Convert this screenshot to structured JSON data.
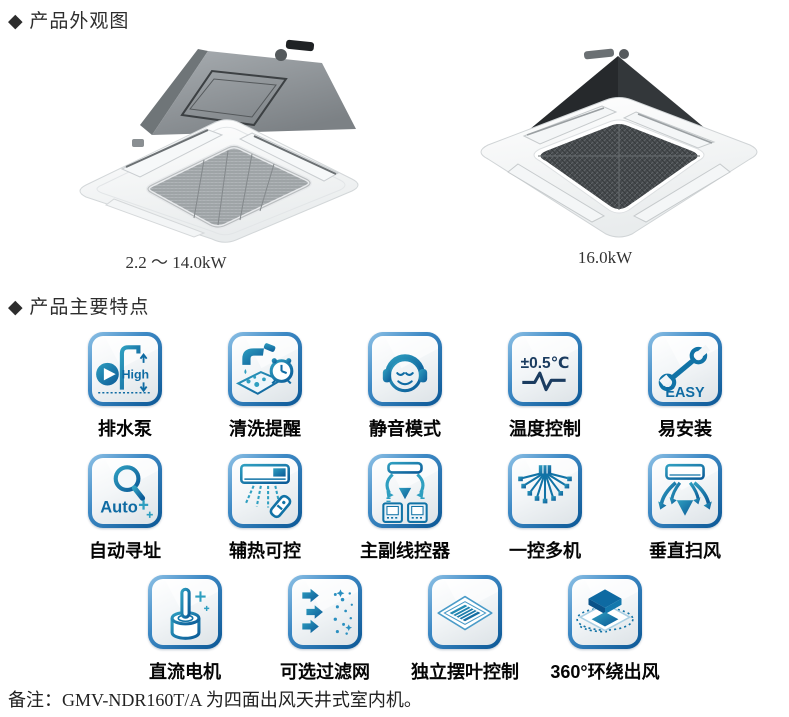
{
  "appearance": {
    "heading": "◆ 产品外观图",
    "products": [
      {
        "caption": "2.2 ～ 14.0kW"
      },
      {
        "caption": "16.0kW"
      }
    ]
  },
  "features": {
    "heading": "◆ 产品主要特点",
    "items": [
      {
        "label": "排水泵",
        "icon": "drain-pump-icon",
        "text": "High"
      },
      {
        "label": "清洗提醒",
        "icon": "cleaning-reminder-icon"
      },
      {
        "label": "静音模式",
        "icon": "quiet-mode-icon"
      },
      {
        "label": "温度控制",
        "icon": "temperature-control-icon",
        "text": "±0.5℃"
      },
      {
        "label": "易安装",
        "icon": "easy-install-icon",
        "text": "EASY"
      },
      {
        "label": "自动寻址",
        "icon": "auto-addressing-icon",
        "text": "Auto"
      },
      {
        "label": "辅热可控",
        "icon": "auxiliary-heat-icon"
      },
      {
        "label": "主副线控器",
        "icon": "master-slave-controller-icon"
      },
      {
        "label": "一控多机",
        "icon": "one-control-multi-unit-icon"
      },
      {
        "label": "垂直扫风",
        "icon": "vertical-swing-icon"
      },
      {
        "label": "直流电机",
        "icon": "dc-motor-icon"
      },
      {
        "label": "可选过滤网",
        "icon": "optional-filter-icon"
      },
      {
        "label": "独立摆叶控制",
        "icon": "independent-louver-icon"
      },
      {
        "label": "360°环绕出风",
        "icon": "surround-airflow-icon"
      }
    ]
  },
  "note": "备注：GMV-NDR160T/A 为四面出风天井式室内机。",
  "colors": {
    "icon_blue": "#0f6ba3",
    "icon_blue_light": "#2f9fc0",
    "tile_border_dark": "#0b5795",
    "tile_border_light": "#8ec1e6",
    "temp_text": "#1b3c60"
  }
}
